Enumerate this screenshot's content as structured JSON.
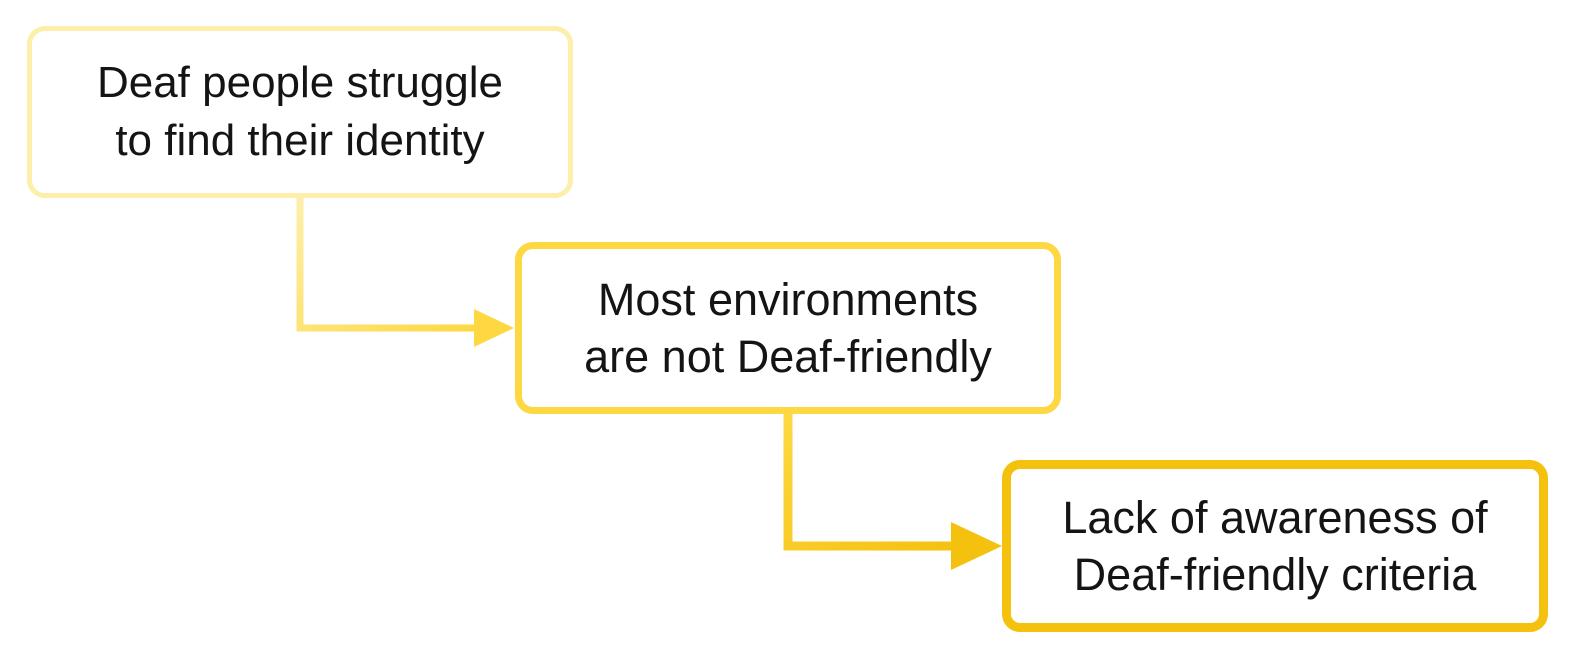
{
  "colors": {
    "step1": "#fdefaa",
    "step2": "#fdd842",
    "step3": "#f4c10e",
    "text": "#141414",
    "background": "#ffffff"
  },
  "steps": [
    {
      "line1": "Deaf people struggle",
      "line2": "to find their identity"
    },
    {
      "line1": "Most environments",
      "line2": "are not Deaf-friendly"
    },
    {
      "line1": "Lack of awareness of",
      "line2": "Deaf-friendly criteria"
    }
  ]
}
